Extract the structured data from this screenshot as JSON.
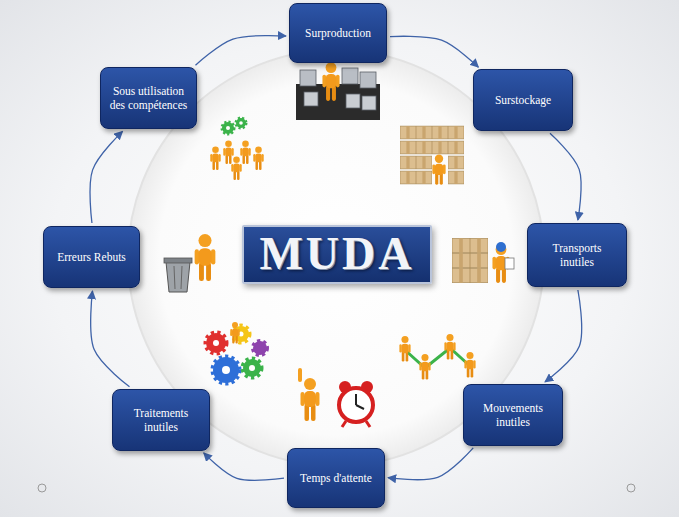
{
  "diagram": {
    "nodes": [
      {
        "text": [
          "Surproduction"
        ]
      },
      {
        "text": [
          "Surstockage"
        ]
      },
      {
        "text": [
          "Transports inutiles"
        ]
      },
      {
        "text": [
          "Mouvements inutiles"
        ]
      },
      {
        "text": [
          "Temps d'attente"
        ]
      },
      {
        "text": [
          "Traitements inutiles"
        ]
      },
      {
        "text": [
          "Erreurs Rebuts"
        ]
      },
      {
        "text": [
          "Sous utilisation des compétences"
        ]
      },
      {
        "text": [
          "MUDA"
        ]
      }
    ],
    "edges": [
      {
        "from": 0,
        "to": 1,
        "arrow": "to"
      },
      {
        "from": 1,
        "to": 2,
        "arrow": "to"
      },
      {
        "from": 2,
        "to": 3,
        "arrow": "to"
      },
      {
        "from": 3,
        "to": 4,
        "arrow": "to"
      },
      {
        "from": 4,
        "to": 5,
        "arrow": "to"
      },
      {
        "from": 5,
        "to": 6,
        "arrow": "to"
      },
      {
        "from": 6,
        "to": 7,
        "arrow": "to"
      },
      {
        "from": 7,
        "to": 0,
        "arrow": "to"
      }
    ]
  }
}
